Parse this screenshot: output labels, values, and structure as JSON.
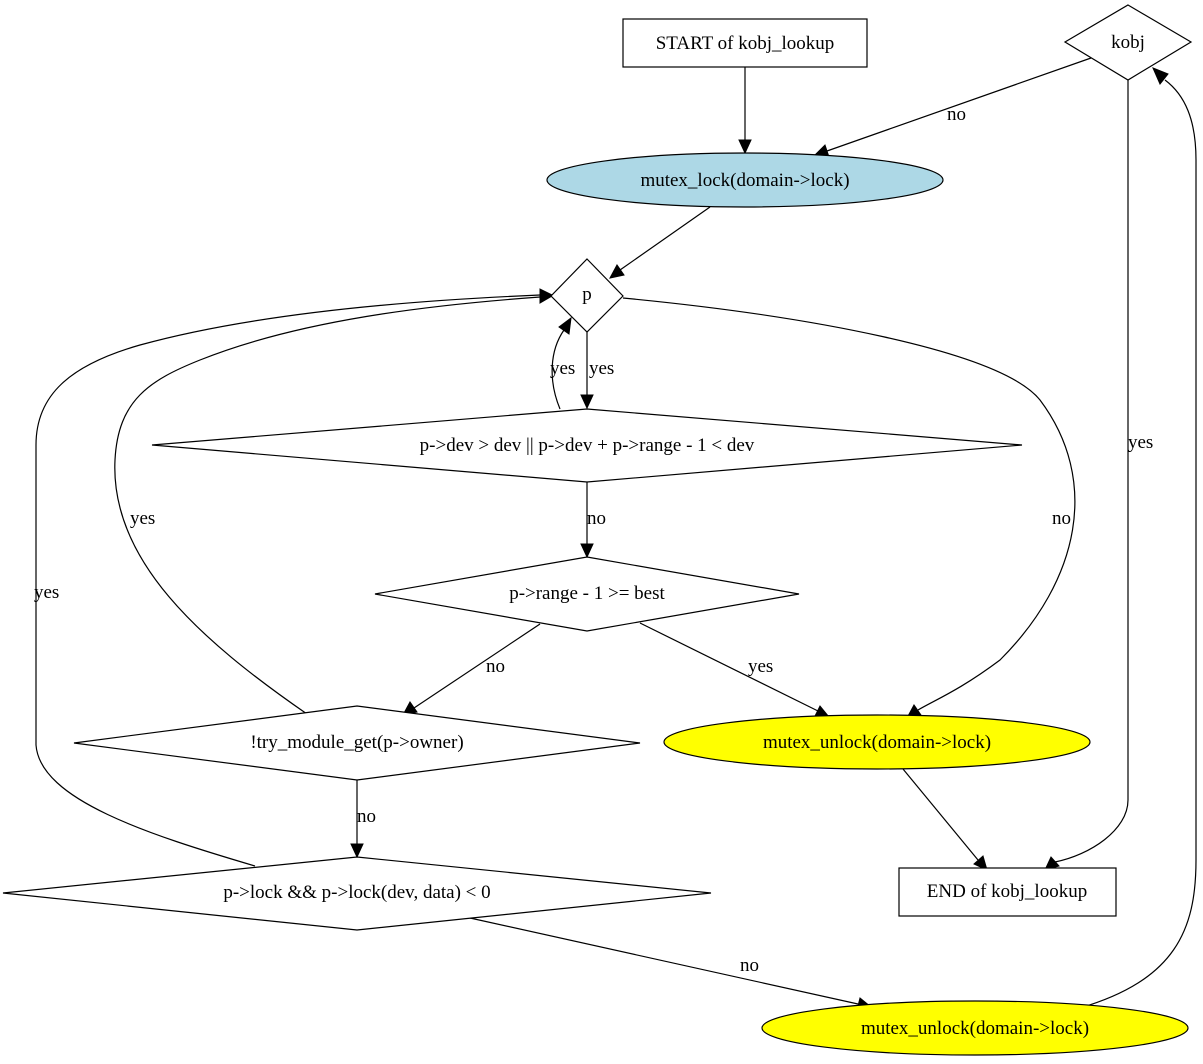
{
  "colors": {
    "lock_fill": "#add8e6",
    "unlock_fill": "#ffff00",
    "box_fill": "#ffffff",
    "line": "#000000"
  },
  "nodes": {
    "start": {
      "label": "START of kobj_lookup"
    },
    "kobj": {
      "label": "kobj"
    },
    "mutex_lock": {
      "label": "mutex_lock(domain->lock)"
    },
    "p": {
      "label": "p"
    },
    "range_check": {
      "label": "p->dev > dev || p->dev + p->range - 1 < dev"
    },
    "best_check": {
      "label": "p->range - 1 >= best"
    },
    "try_module": {
      "label": "!try_module_get(p->owner)"
    },
    "unlock_right": {
      "label": "mutex_unlock(domain->lock)"
    },
    "lock_check": {
      "label": "p->lock && p->lock(dev, data) < 0"
    },
    "end": {
      "label": "END of kobj_lookup"
    },
    "unlock_bottom": {
      "label": "mutex_unlock(domain->lock)"
    }
  },
  "edges": {
    "kobj_to_lock": {
      "label": "no"
    },
    "kobj_to_end": {
      "label": "yes"
    },
    "range_to_p": {
      "label": "yes"
    },
    "p_to_range": {
      "label": "yes"
    },
    "range_to_best": {
      "label": "no"
    },
    "p_to_unlock": {
      "label": "no"
    },
    "try_to_p": {
      "label": "yes"
    },
    "lockcheck_to_p": {
      "label": "yes"
    },
    "best_to_try": {
      "label": "no"
    },
    "best_to_unlock": {
      "label": "yes"
    },
    "try_to_lockcheck": {
      "label": "no"
    },
    "lockcheck_to_unlock": {
      "label": "no"
    }
  }
}
